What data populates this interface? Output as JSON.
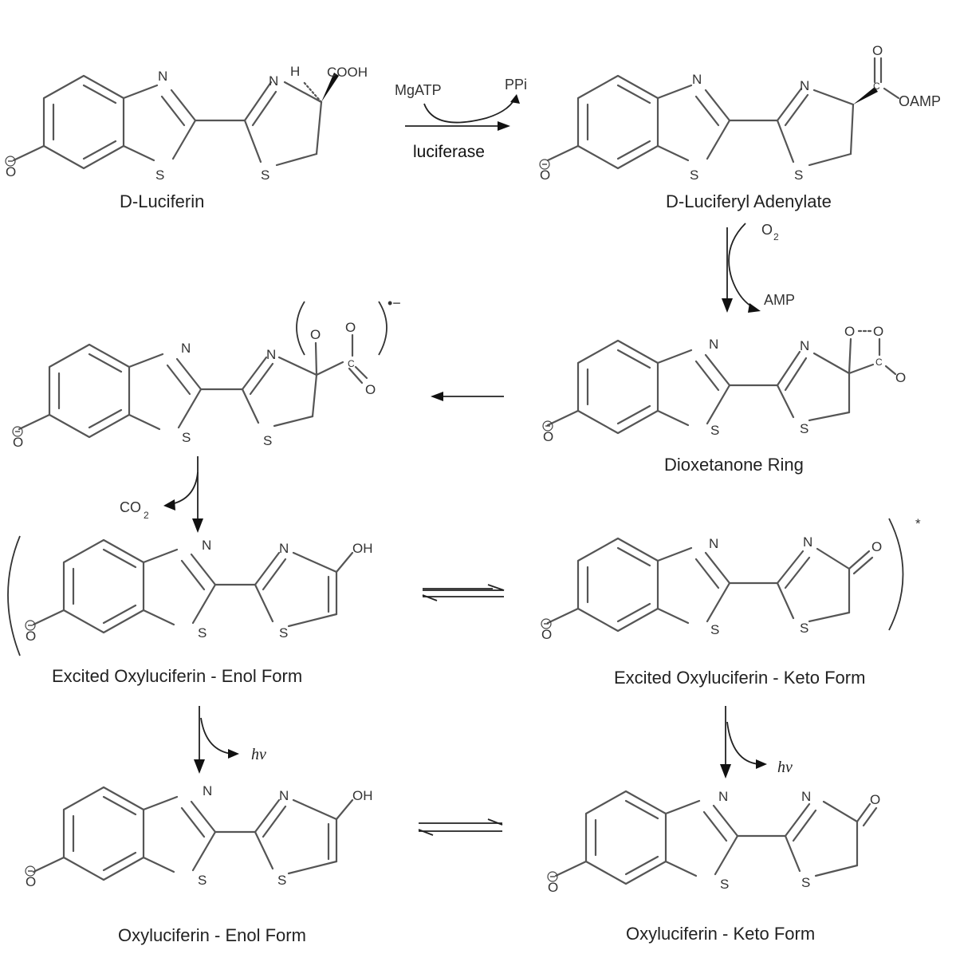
{
  "structures": [
    {
      "id": "luciferin",
      "caption": "D-Luciferin",
      "side": "COOH"
    },
    {
      "id": "adenylate",
      "caption": "D-Luciferyl Adenylate",
      "side": "OAMP"
    },
    {
      "id": "radical",
      "caption": ""
    },
    {
      "id": "dioxetanone",
      "caption": "Dioxetanone Ring"
    },
    {
      "id": "excited-enol",
      "caption": "Excited Oxyluciferin - Enol Form",
      "side": "OH"
    },
    {
      "id": "excited-keto",
      "caption": "Excited Oxyluciferin - Keto Form",
      "side": "O"
    },
    {
      "id": "enol",
      "caption": "Oxyluciferin - Enol Form",
      "side": "OH"
    },
    {
      "id": "keto",
      "caption": "Oxyluciferin - Keto Form",
      "side": "O"
    }
  ],
  "reagents": {
    "mgatp": "MgATP",
    "ppi": "PPi",
    "enzyme": "luciferase",
    "o2": "O",
    "o2_sub": "2",
    "amp": "AMP",
    "co2": "CO",
    "co2_sub": "2",
    "hv": "hv"
  },
  "atoms": {
    "N": "N",
    "S": "S",
    "O": "O",
    "H": "H",
    "C": "C"
  },
  "marks": {
    "radical_anion": "•−",
    "excited_state": "*",
    "negative": "−"
  }
}
